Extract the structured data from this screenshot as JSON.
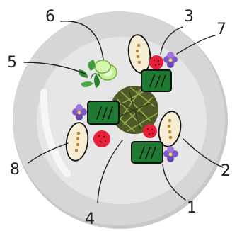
{
  "callouts": [
    {
      "id": "label-1",
      "text": "1"
    },
    {
      "id": "label-2",
      "text": "2"
    },
    {
      "id": "label-3",
      "text": "3"
    },
    {
      "id": "label-4",
      "text": "4"
    },
    {
      "id": "label-5",
      "text": "5"
    },
    {
      "id": "label-6",
      "text": "6"
    },
    {
      "id": "label-7",
      "text": "7"
    },
    {
      "id": "label-8",
      "text": "8"
    }
  ],
  "colors": {
    "plate_rim": "#d4d4d4",
    "plate_well": "#e3e3e3",
    "plate_shadow": "#bdbdbd",
    "outline": "#111111",
    "green_block": "#1e7a30",
    "red_berry": "#e8203a",
    "seed_oval": "#f4ecd0",
    "seed_dot": "#c08a2c",
    "violet_flower": "#7a54c6",
    "violet_center": "#f3d54a",
    "salad_center": "#5b6a2e",
    "herb_green": "#3e9c3a",
    "cucumber": "#b7e88a"
  },
  "icons": {
    "plate": "plate-icon",
    "green_block": "green-block-icon",
    "red_berry": "red-berry-icon",
    "seed_oval": "seed-oval-icon",
    "violet_flower": "violet-flower-icon",
    "salad_mound": "salad-mound-icon",
    "herb_garnish": "herb-garnish-icon"
  }
}
